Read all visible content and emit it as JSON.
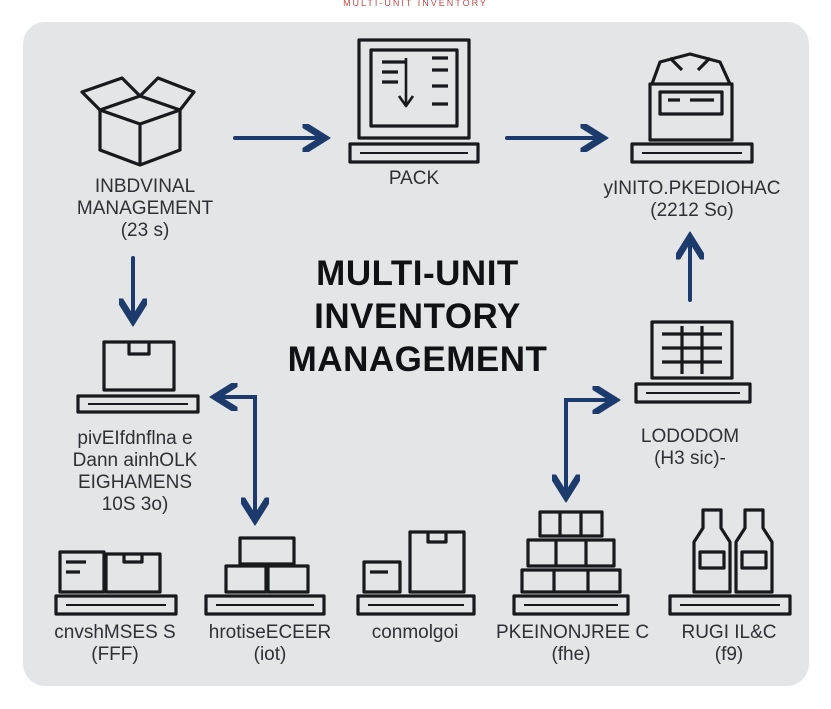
{
  "top_strip_text": "MULTI-UNIT INVENTORY",
  "title": [
    "MULTI-UNIT",
    "INVENTORY",
    "MANAGEMENT"
  ],
  "nodes": {
    "individual": {
      "line1": "INBDVINAL",
      "line2": "MANAGEMENT",
      "line3": "(23 s)",
      "icon": "open-box-icon"
    },
    "pack": {
      "line1": "PACK",
      "icon": "pack-station-icon"
    },
    "top_right": {
      "line1": "yINITO.PKEDIOHAC",
      "line2": "(2212 So)",
      "icon": "packing-machine-icon"
    },
    "left_mid": {
      "line1": "pivEIfdnflna e",
      "line2": "Dann ainhOLK",
      "line3": "EIGHAMENS",
      "line4": "10S 3o)",
      "icon": "box-on-pallet-icon"
    },
    "right_mid": {
      "line1": "LODODOM",
      "line2": "(H3 sic)-",
      "icon": "crate-terminal-icon"
    },
    "bottom1": {
      "line1": "cnvshMSES S",
      "line2": "(FFF)",
      "icon": "two-boxes-pallet-icon"
    },
    "bottom2": {
      "line1": "hrotiseECEER",
      "line2": "(iot)",
      "icon": "stacked-boxes-pallet-icon"
    },
    "bottom3": {
      "line1": "conmolgoi",
      "icon": "mixed-boxes-pallet-icon"
    },
    "bottom4": {
      "line1": "PKEINONJREE C",
      "line2": "(fhe)",
      "icon": "box-stack-pallet-icon"
    },
    "bottom5": {
      "line1": "RUGI IL&C",
      "line2": "(f9)",
      "icon": "bottles-pallet-icon"
    }
  },
  "colors": {
    "arrow": "#1d3a6c",
    "ink": "#18191d",
    "panel": "#e4e5e7"
  }
}
